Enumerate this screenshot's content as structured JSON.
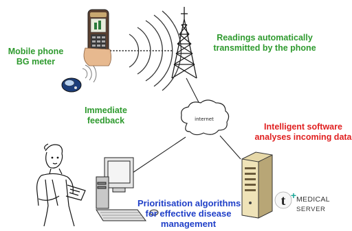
{
  "labels": {
    "mobile_phone": [
      "Mobile phone",
      "BG meter"
    ],
    "readings": [
      "Readings automatically",
      "transmitted by the phone"
    ],
    "feedback": [
      "Immediate",
      "feedback"
    ],
    "intelligent": [
      "Intelligent software",
      "analyses incoming data"
    ],
    "prioritisation": [
      "Prioritisation algorithms",
      "for effective disease",
      "management"
    ]
  },
  "cloud_label": "internet",
  "server_brand": {
    "logo_letter": "t",
    "logo_symbol": "+",
    "medical": "MEDICAL",
    "server": "SERVER"
  },
  "colors": {
    "green_text": "#2e9a2e",
    "red_text": "#e02020",
    "blue_text": "#1f3fc8",
    "logo_plus": "#1fa89a"
  },
  "icons": [
    "mobile-phone-icon",
    "bg-meter-icon",
    "radio-tower-icon",
    "internet-cloud-icon",
    "desktop-computer-icon",
    "server-icon",
    "nurse-illustration-icon",
    "tmedical-logo-icon"
  ]
}
